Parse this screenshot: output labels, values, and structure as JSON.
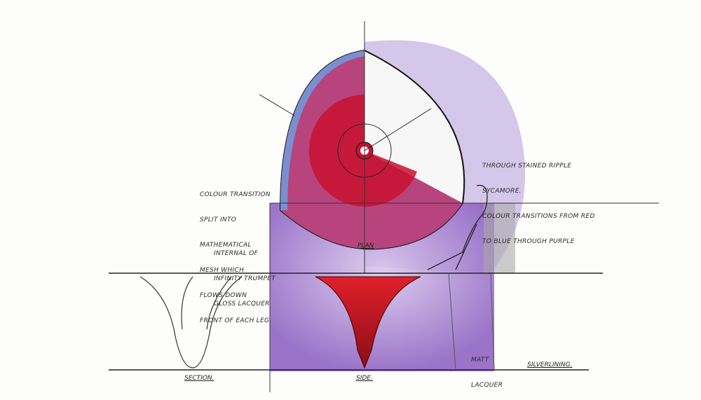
{
  "annotations": {
    "colour_mesh": [
      "Colour transition",
      "split into",
      "mathematical",
      "mesh which",
      "flows down",
      "front of each leg."
    ],
    "internal": [
      "Internal of",
      "infinity trumpet",
      "gloss lacquer"
    ],
    "top": [
      "Through stained ripple",
      "sycamore.",
      "Colour transitions from red",
      "to blue through purple"
    ],
    "matt": [
      "Matt",
      "lacquer"
    ]
  },
  "labels": {
    "plan": "Plan",
    "section": "Section.",
    "side": "Side.",
    "signature": "Silverlining."
  },
  "colors": {
    "red": "#c8102e",
    "purple": "#7a4fb0",
    "magenta": "#b23a7a",
    "blue_edge": "#7a8fd0"
  }
}
